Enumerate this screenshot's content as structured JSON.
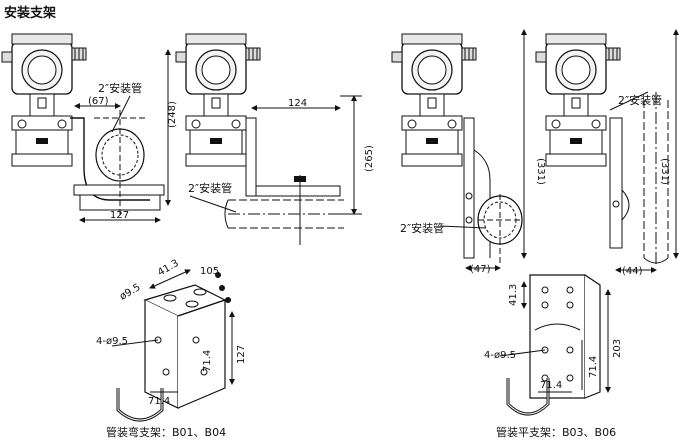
{
  "title": "安装支架",
  "labels": {
    "pipe_2in": "2″安装管",
    "d67": "(67)",
    "d248": "(248)",
    "d127": "127",
    "d124": "124",
    "d265": "(265)",
    "d331": "(331)",
    "d47": "(47)",
    "d44": "(44)",
    "d41_3": "41.3",
    "d9_5": "ø9.5",
    "d4_9_5": "4-ø9.5",
    "d71_4": "71.4",
    "d105": "105",
    "d203": "203"
  },
  "captions": {
    "bent": "管装弯支架：B01、B04",
    "flat": "管装平支架：B03、B06"
  }
}
